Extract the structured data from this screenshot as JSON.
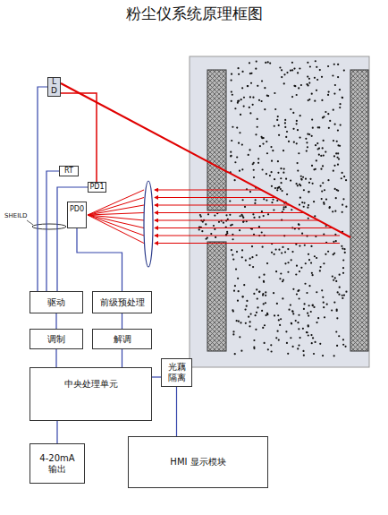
{
  "diagram": {
    "title": "粉尘仪系统原理框图",
    "nodes": [
      {
        "text": [
          "LD"
        ]
      },
      {
        "text": [
          "RT"
        ]
      },
      {
        "text": [
          "PD1"
        ]
      },
      {
        "text": [
          "PD0"
        ]
      },
      {
        "text": [
          "驱动"
        ]
      },
      {
        "text": [
          "前级预处理"
        ]
      },
      {
        "text": [
          "调制"
        ]
      },
      {
        "text": [
          "解调"
        ]
      },
      {
        "text": [
          "中央处理单元"
        ]
      },
      {
        "text": [
          "光藕 隔离"
        ]
      },
      {
        "text": [
          "4-20mA 输出"
        ]
      },
      {
        "text": [
          "HMI 显示模块"
        ]
      }
    ],
    "edges": [
      {
        "from": 0,
        "to": 4,
        "arrow": "none"
      },
      {
        "from": 1,
        "to": 4,
        "arrow": "none"
      },
      {
        "from": 2,
        "to": 4,
        "arrow": "none"
      },
      {
        "from": 0,
        "to": 2,
        "arrow": "none"
      },
      {
        "from": 3,
        "to": 5,
        "arrow": "none"
      },
      {
        "from": 4,
        "to": 6,
        "arrow": "none"
      },
      {
        "from": 5,
        "to": 7,
        "arrow": "none"
      },
      {
        "from": 6,
        "to": 8,
        "arrow": "none"
      },
      {
        "from": 7,
        "to": 8,
        "arrow": "none"
      },
      {
        "from": 8,
        "to": 10,
        "arrow": "none"
      },
      {
        "from": 8,
        "to": 9,
        "arrow": "none"
      },
      {
        "from": 9,
        "to": 11,
        "arrow": "none"
      }
    ],
    "labels": [
      "SHEILD"
    ]
  }
}
